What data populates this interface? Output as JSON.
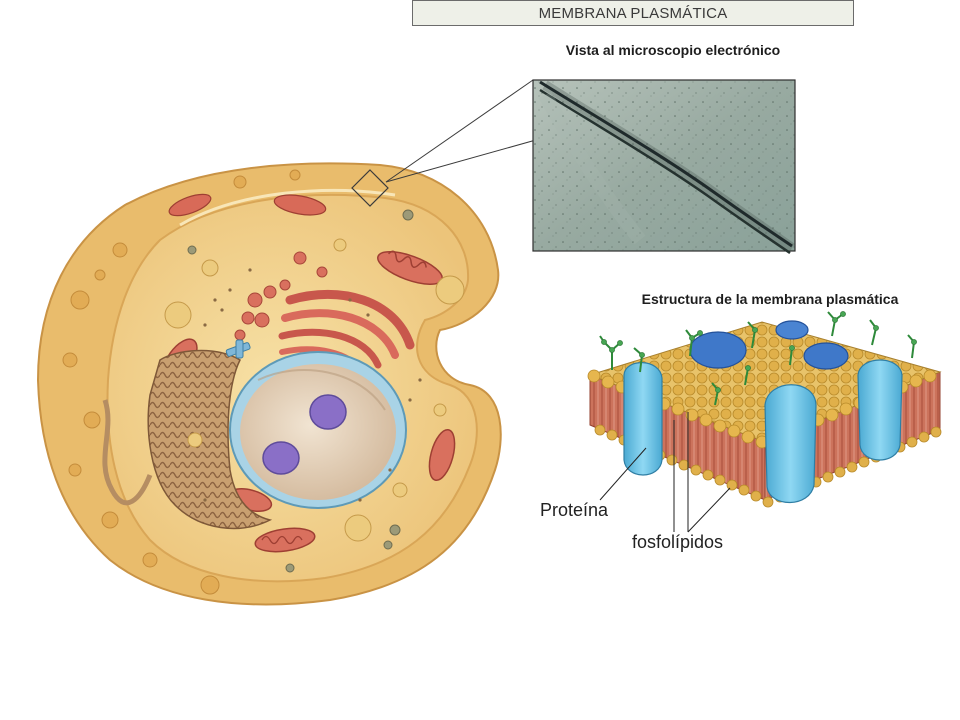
{
  "title": "MEMBRANA PLASMÁTICA",
  "micrograph_caption": "Vista al microscopio electrónico",
  "structure_caption": "Estructura de la membrana plasmática",
  "labels": {
    "protein": "Proteína",
    "phospholipids": "fosfolípidos"
  },
  "colors": {
    "cytoplasm": "#f3d690",
    "cell_rim": "#e6b968",
    "nucleus": "#e9d9c3",
    "nucleolus": "#8a6fc7",
    "mitochondria": "#d9705e",
    "membrane_protein": "#6cc4e6",
    "phospholipid_head": "#e0b44a",
    "phospholipid_tail": "#c86a50",
    "micrograph": "#9fb0a8"
  }
}
